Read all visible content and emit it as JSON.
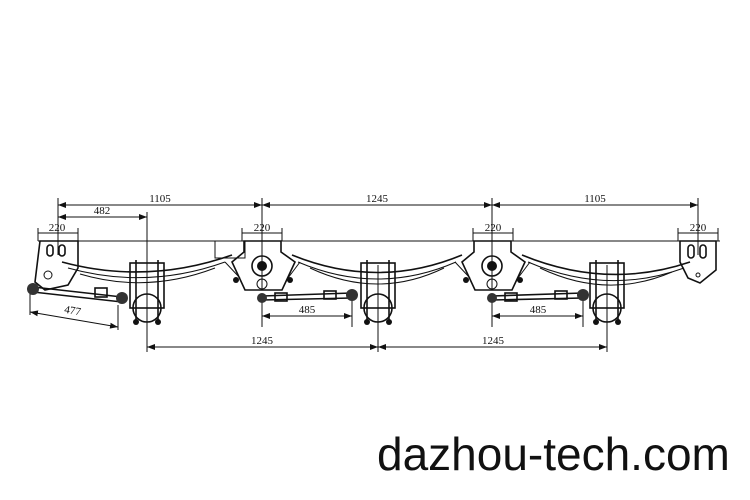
{
  "drawing": {
    "dimensions": {
      "top_left_1105": "1105",
      "top_mid_1245": "1245",
      "top_right_1105": "1105",
      "offset_482": "482",
      "hanger_220_a": "220",
      "hanger_220_b": "220",
      "hanger_220_c": "220",
      "hanger_220_d": "220",
      "rod_477": "477",
      "rod_485_a": "485",
      "rod_485_b": "485",
      "axle_1245_a": "1245",
      "axle_1245_b": "1245"
    },
    "watermark": "dazhou-tech.com"
  }
}
